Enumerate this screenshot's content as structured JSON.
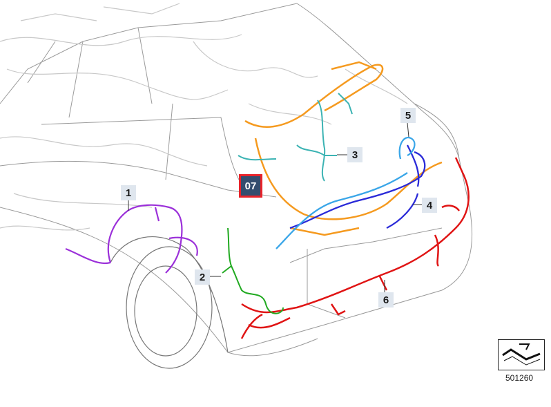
{
  "badge": {
    "label": "07"
  },
  "callouts": [
    {
      "id": "1",
      "label": "1",
      "harness_color": "#9b30d9"
    },
    {
      "id": "2",
      "label": "2",
      "harness_color": "#22aa22"
    },
    {
      "id": "3",
      "label": "3",
      "harness_color": "#3bb3b3"
    },
    {
      "id": "4",
      "label": "4",
      "harness_color": "#2a2ad8"
    },
    {
      "id": "5",
      "label": "5",
      "harness_color": "#3aa6e8"
    },
    {
      "id": "6",
      "label": "6",
      "harness_color": "#e01414"
    }
  ],
  "harness_colors": {
    "purple": "#9b30d9",
    "green": "#22aa22",
    "teal": "#3bb3b3",
    "blue": "#2a2ad8",
    "light_blue": "#3aa6e8",
    "red": "#e01414",
    "orange": "#f59a1f"
  },
  "reference": {
    "number": "501260",
    "symbol": "view-direction-arrow-icon"
  },
  "colors": {
    "badge_bg": "#344d6e",
    "badge_border": "#e8232a",
    "callout_bg": "#dfe6ee",
    "outline": "#888888"
  }
}
